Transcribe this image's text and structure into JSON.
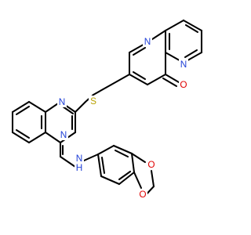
{
  "structure": {
    "atom_labels": {
      "n_pyrimidinone": "N",
      "n_bridge": "N",
      "o_carbonyl": "O",
      "s_thioether": "S",
      "n_quinazoline_1": "N",
      "n_quinazoline_3": "N",
      "n_amine": "N",
      "h_amine": "H",
      "o_dioxole_1": "O",
      "o_dioxole_2": "O"
    },
    "colors": {
      "bond": "#000000",
      "nitrogen": "#1f3fd6",
      "oxygen": "#e00000",
      "sulfur": "#b8a100"
    }
  }
}
